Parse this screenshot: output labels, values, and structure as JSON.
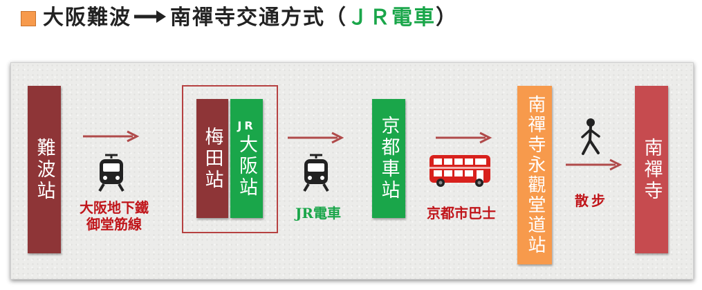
{
  "title": {
    "main": "大阪難波",
    "middle": "南禪寺交通方式（",
    "highlight": "ＪＲ電車",
    "end": "）"
  },
  "stations": {
    "namba": "難波站",
    "umeda": "梅田站",
    "jr_prefix": "JR",
    "osaka": "大阪站",
    "kyoto": "京都車站",
    "nanzenji_stop": "南禪寺永觀堂道站",
    "nanzenji": "南禪寺"
  },
  "labels": {
    "subway_line1": "大阪地下鐵",
    "subway_line2": "御堂筋線",
    "jr_train": "JR電車",
    "city_bus": "京都市巴士",
    "walk": "散步"
  },
  "colors": {
    "station_red": "#8e3537",
    "jr_green": "#1aa64a",
    "orange": "#f79a4c",
    "arrow": "#b04a4a",
    "label_red": "#c0151a"
  }
}
